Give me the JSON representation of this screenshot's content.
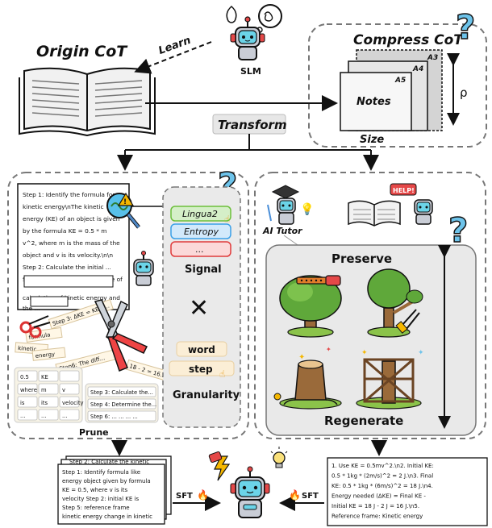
{
  "top": {
    "origin_title": "Origin CoT",
    "learn_label": "Learn",
    "slm_label": "SLM",
    "transform_label": "Transform",
    "compress": {
      "title": "Compress CoT",
      "sheets": [
        "A3",
        "A4",
        "A5"
      ],
      "notes_label": "Notes",
      "size_label": "Size",
      "rho_label": "ρ"
    }
  },
  "prune": {
    "doc_lines": [
      "Step 1: Identify the formula for",
      "kinetic energy\\nThe kinetic",
      "energy (KE) of an object is given",
      "by the formula KE = 0.5 * m",
      "v^2, where m is the mass of the",
      "object and v is its velocity.\\n\\n",
      "Step 2: Calculate the initial ...",
      "Step 5: Consider the relevance of",
      "",
      "calculation of kinetic energy and",
      "the ..."
    ],
    "scraps": [
      "formula",
      "kinetic",
      "energy",
      "Step 3: ΔKE = KE2 ...",
      "Step6: The diff...",
      "18 - 2 = 16..."
    ],
    "token_grid": [
      [
        "0.5",
        "KE",
        ""
      ],
      [
        "where",
        "m",
        "v"
      ],
      [
        "is",
        "its",
        "velocity"
      ],
      [
        "...",
        "...",
        "..."
      ]
    ],
    "step_list": [
      "Step 3: Calculate the...",
      "Step 4: Determine the...",
      "Step 6: ... ... ... ..."
    ],
    "label": "Prune"
  },
  "signal": {
    "items": [
      "Lingua2",
      "Entropy",
      "..."
    ],
    "label": "Signal",
    "times": "✕"
  },
  "granularity": {
    "items": [
      "word",
      "step"
    ],
    "label": "Granularity"
  },
  "regen": {
    "tutor_label": "AI Tutor",
    "help_label": "HELP!",
    "preserve_label": "Preserve",
    "regenerate_label": "Regenerate"
  },
  "bottom": {
    "left_card_lines": [
      "Step 1:   Identify   formula   like",
      "energy object given by formula",
      "KE  =  0.5,  where  v  is  its",
      "velocity Step 2: initial KE is",
      "Step 5:  reference  frame",
      "kinetic energy change in kinetic"
    ],
    "left_card_peek": "Step 2: Calculate the kinetic",
    "right_card_lines": [
      "1. Use KE = 0.5mv^2.\\n2. Initial KE:",
      "0.5 * 1kg * (2m/s)^2 = 2 J.\\n3. Final",
      "KE: 0.5 * 1kg * (6m/s)^2 = 18 J.\\n4.",
      "Energy needed (ΔKE) = Final KE -",
      "Initial KE = 18 J - 2 J = 16 J.\\n5.",
      "Reference frame: Kinetic energy"
    ],
    "sft_left": "SFT",
    "sft_right": "SFT"
  },
  "colors": {
    "green": "#6cbf3a",
    "blue": "#3aa0e8",
    "red": "#e03b3b",
    "lingua_fill": "#d5efc8",
    "entropy_fill": "#d2e9fb",
    "dots_fill": "#fbd9d9"
  }
}
